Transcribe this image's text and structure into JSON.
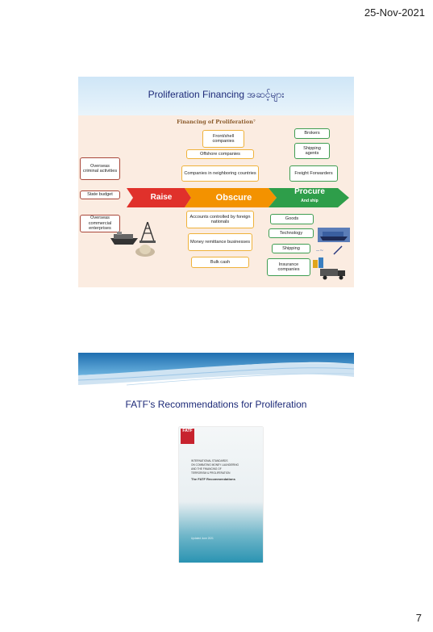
{
  "header": {
    "date": "25-Nov-2021"
  },
  "footer": {
    "page_number": "7"
  },
  "slide1": {
    "title": "Proliferation Financing အဆင့်များ",
    "subtitle": "Financing of Proliferation⁷",
    "left_boxes": [
      "Overseas criminal activities",
      "State budget",
      "Overseas commercial enterprises"
    ],
    "arrows": {
      "raise": "Raise",
      "obscure": "Obscure",
      "procure": "Procure",
      "procure_sub": "And ship"
    },
    "obscure_top": [
      "Front/shell companies",
      "Offshore companies",
      "Companies in neighboring countries"
    ],
    "obscure_bottom": [
      "Accounts controlled by foreign nationals",
      "Money remittance businesses",
      "Bulk cash"
    ],
    "procure_top": [
      "Brokers",
      "Shipping agents",
      "Freight Forwarders"
    ],
    "procure_bottom": [
      "Goods",
      "Technology",
      "Shipping",
      "Insurance companies"
    ],
    "colors": {
      "raise": "#e0312b",
      "obscure": "#f39200",
      "procure": "#2e9e4a"
    },
    "icons": [
      "ship-icon",
      "oil-rig-icon",
      "hard-hat-icon",
      "container-ship-icon",
      "chemical-icon",
      "truck-icon"
    ]
  },
  "slide2": {
    "title": "FATF’s Recommendations for Proliferation",
    "cover": {
      "logo": "FATF",
      "lines": [
        "INTERNATIONAL STANDARDS",
        "ON COMBATING MONEY LAUNDERING",
        "AND THE FINANCING OF",
        "TERRORISM & PROLIFERATION"
      ],
      "heading": "The FATF Recommendations",
      "updated": "Updated June 2021"
    }
  }
}
